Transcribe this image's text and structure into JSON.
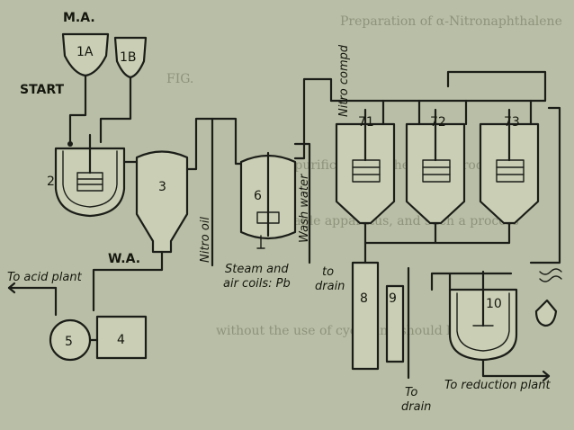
{
  "background_text": [
    "Preparation of α-Nitronaphthalene",
    "FIG.",
    "the purification of the crude product",
    "suitable apparatus, and such a process",
    "without the use of cycle and should be used"
  ],
  "labels": {
    "ma": "M.A.",
    "start": "START",
    "wa": "W.A.",
    "to_acid_plant": "To acid plant",
    "nitro_oil": "Nitro oil",
    "nitro_compd": "Nitro compd",
    "wash_water": "Wash water",
    "steam_coils_1": "Steam and",
    "steam_coils_2": "air coils: Pb",
    "to_drain_1": "to",
    "to_drain_2": "drain",
    "to_drain_bottom_1": "To",
    "to_drain_bottom_2": "drain",
    "to_reduction_plant": "To reduction plant"
  },
  "equipment": {
    "tank_1a": "1A",
    "tank_1b": "1B",
    "nitrator": "2",
    "separator": "3",
    "acid_pump": "5",
    "acid_tank": "4",
    "washer": "6",
    "tank_7_1": "71",
    "tank_7_2": "72",
    "tank_7_3": "73",
    "vessel_8": "8",
    "vessel_9": "9",
    "crystallizer": "10"
  },
  "colors": {
    "paper": "#b9bfa6",
    "ink": "#1b1d18",
    "faded_text": "#8e947c"
  }
}
